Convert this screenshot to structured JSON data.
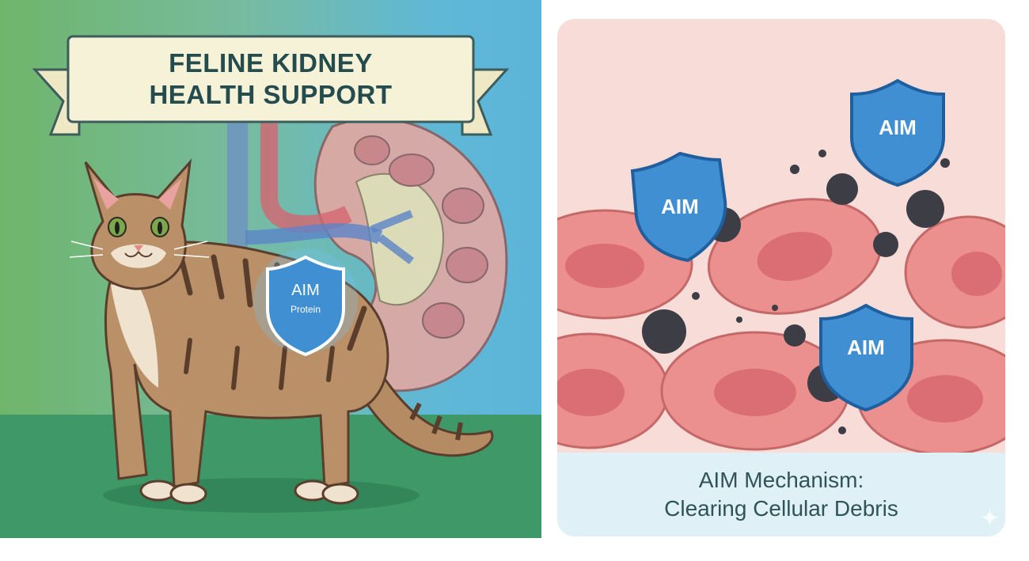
{
  "left": {
    "banner_line1": "FELINE KIDNEY",
    "banner_line2": "HEALTH SUPPORT",
    "shield_title": "AIM",
    "shield_subtitle": "Protein"
  },
  "right": {
    "shield_label": "AIM",
    "caption_line1": "AIM Mechanism:",
    "caption_line2": "Clearing Cellular Debris"
  },
  "colors": {
    "banner_fill": "#f6f2d8",
    "shield_blue": "#3f8fd2",
    "cell_pink": "#eb8f8f",
    "debris": "#3d3d45",
    "caption_bg": "#dff1f6"
  }
}
